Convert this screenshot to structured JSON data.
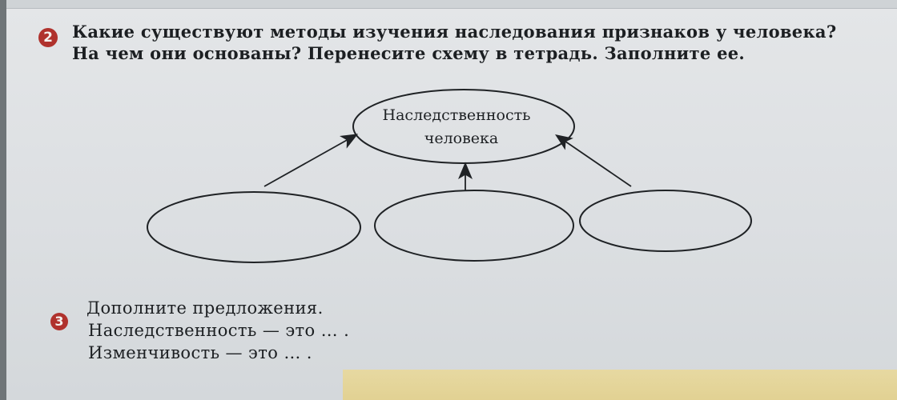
{
  "task2": {
    "number": "2",
    "line1": "Какие существуют методы изучения наследования признаков у человека?",
    "line2": "На чем они основаны? Перенесите схему в тетрадь. Заполните ее."
  },
  "diagram": {
    "center_line1": "Наследственность",
    "center_line2": "человека",
    "empty_ovals": [
      "",
      "",
      ""
    ]
  },
  "task3": {
    "number": "3",
    "title": "Дополните предложения.",
    "line1": "Наследственность — это … .",
    "line2": "Изменчивость — это … ."
  },
  "colors": {
    "badge": "#b0322d",
    "text": "#1c1f22",
    "page": "#dfe2e5"
  }
}
